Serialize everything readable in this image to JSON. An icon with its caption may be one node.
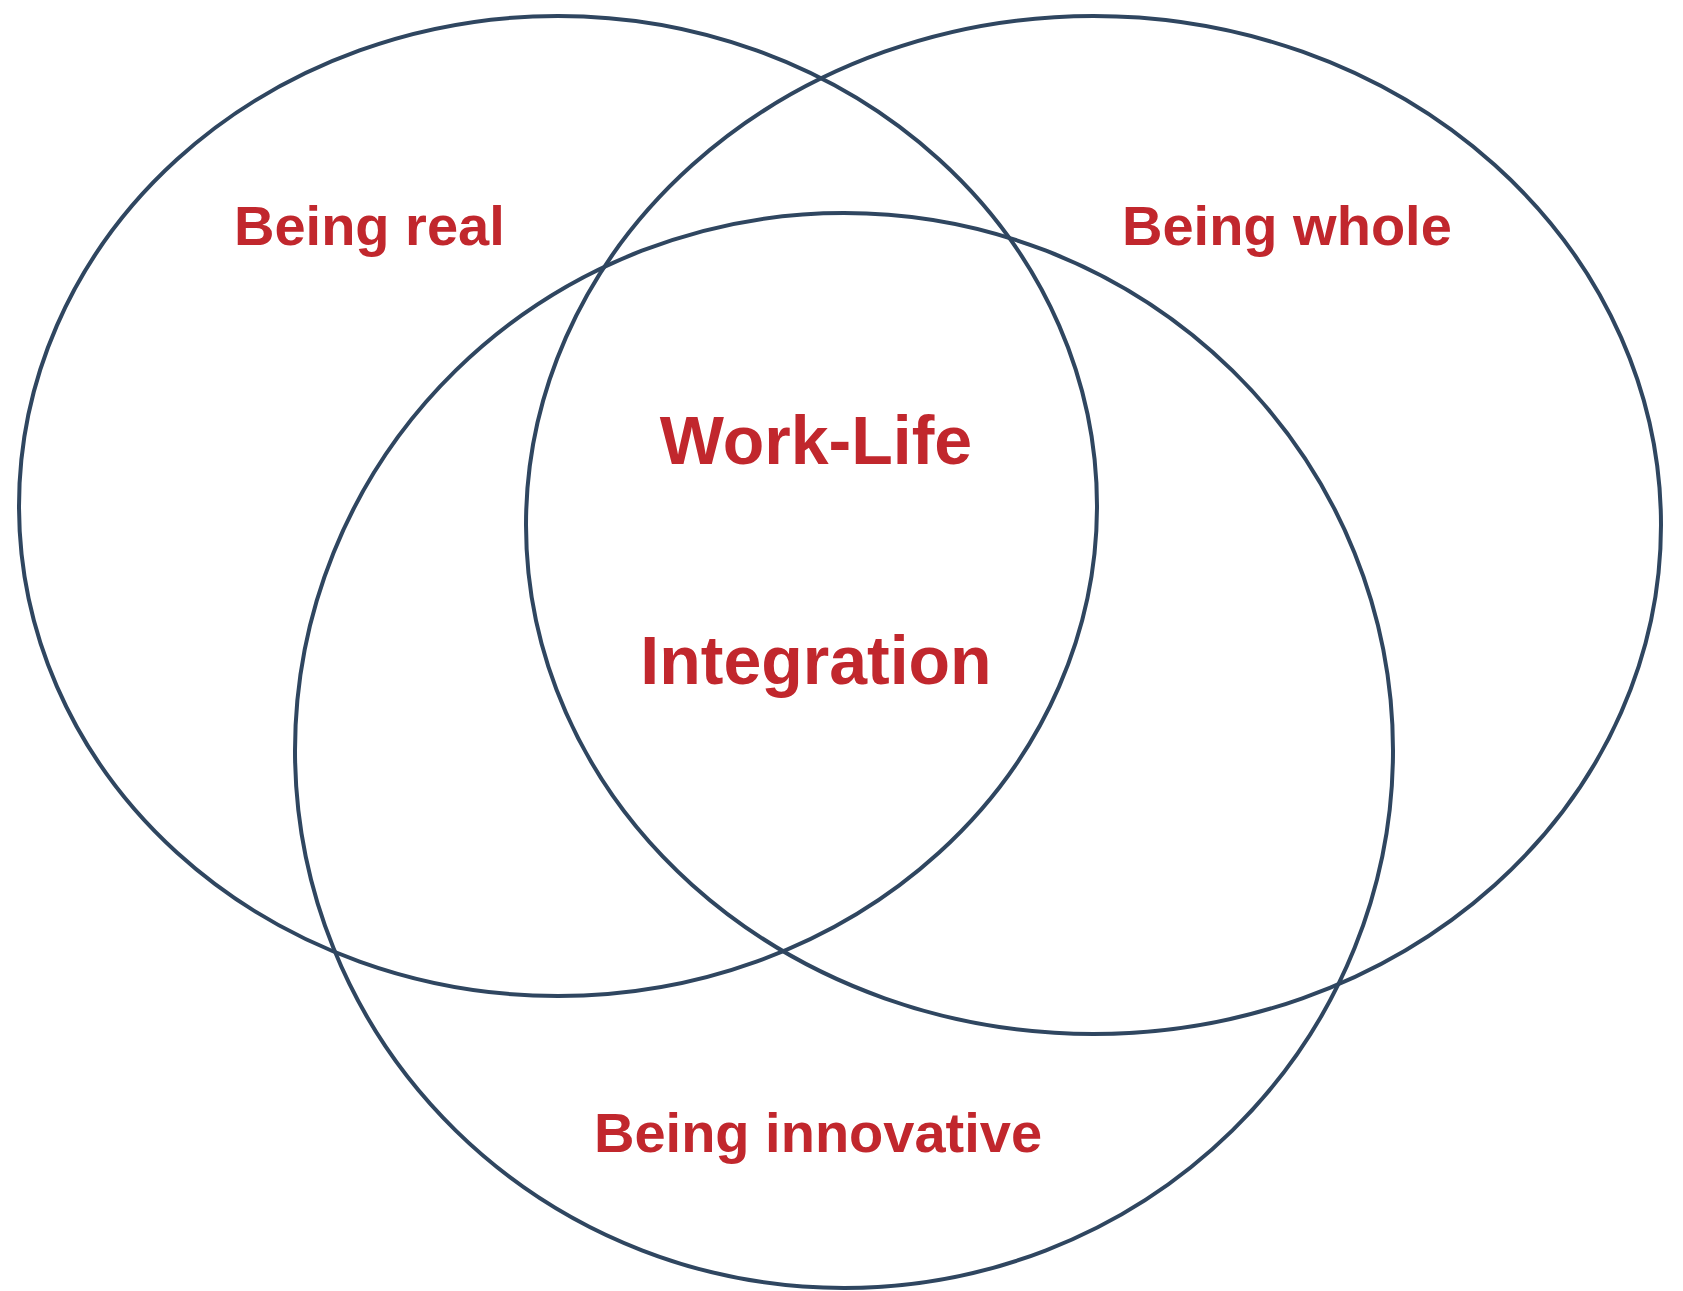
{
  "diagram": {
    "nodes": [
      {
        "text": [
          "Being real"
        ]
      },
      {
        "text": [
          "Being whole"
        ]
      },
      {
        "text": [
          "Being innovative"
        ]
      }
    ],
    "labels": [
      "Work-Life Integration"
    ]
  }
}
